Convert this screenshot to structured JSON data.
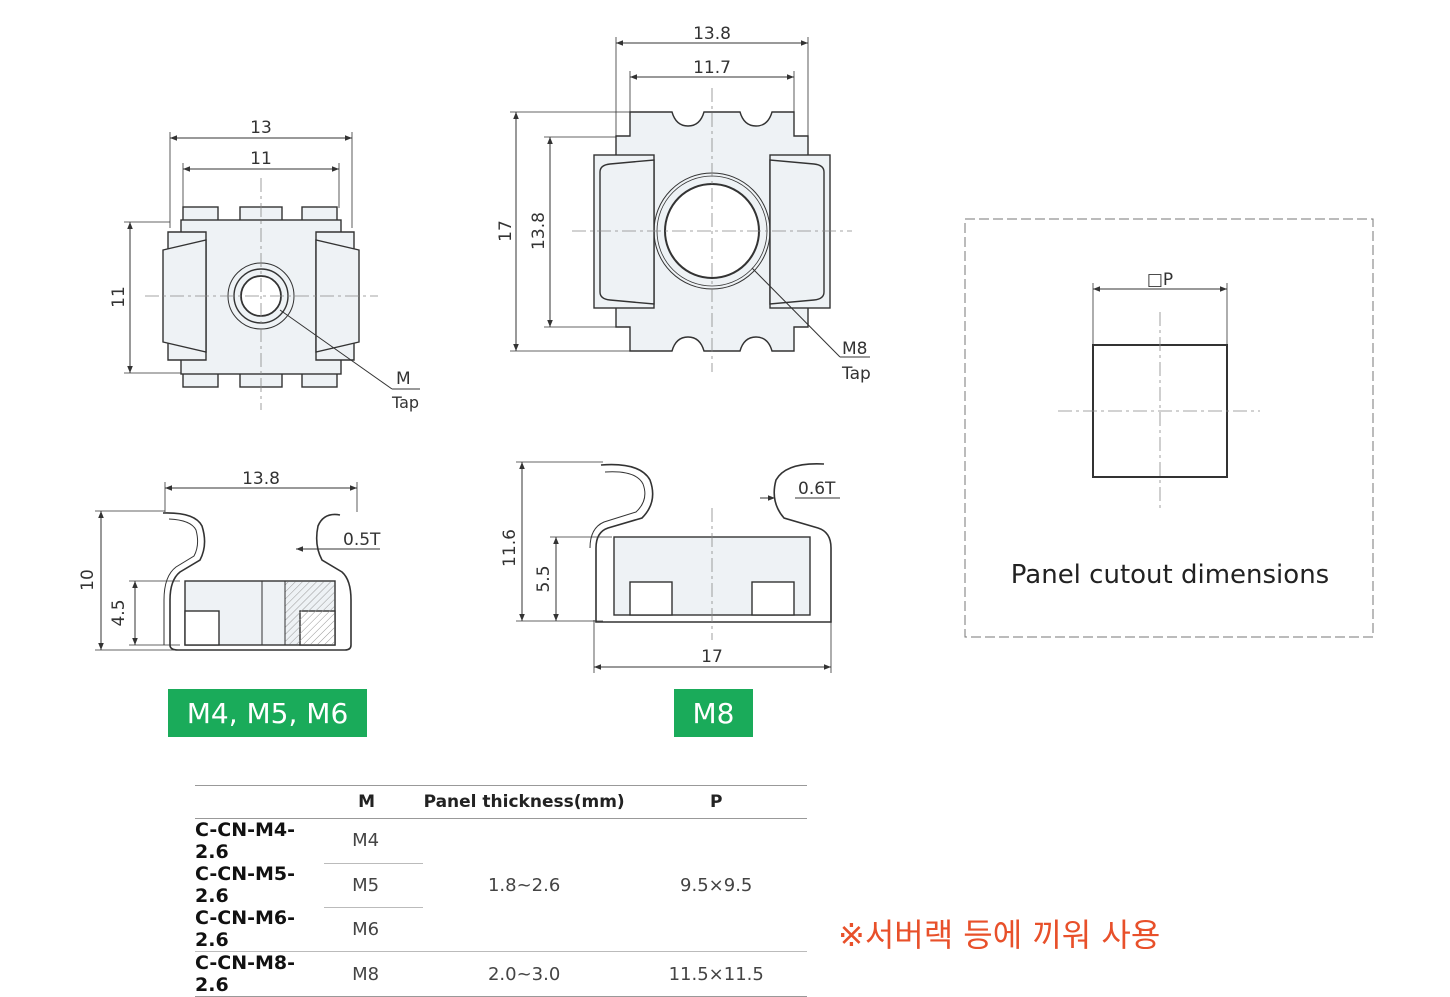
{
  "drawings": {
    "small_top": {
      "dim_width_outer": "13",
      "dim_width_inner": "11",
      "dim_height": "11",
      "tap_label_m": "M",
      "tap_label_tap": "Tap"
    },
    "large_top": {
      "dim_width_outer": "13.8",
      "dim_width_inner": "11.7",
      "dim_height_outer": "17",
      "dim_height_inner": "13.8",
      "tap_label_m": "M8",
      "tap_label_tap": "Tap"
    },
    "small_side": {
      "dim_width": "13.8",
      "dim_height": "10",
      "dim_body": "4.5",
      "thickness": "0.5T"
    },
    "large_side": {
      "dim_width": "17",
      "dim_height": "11.6",
      "dim_body": "5.5",
      "thickness": "0.6T"
    },
    "cutout": {
      "p_label": "□P",
      "caption": "Panel cutout dimensions"
    }
  },
  "labels": {
    "small_variant": "M4, M5, M6",
    "large_variant": "M8"
  },
  "table": {
    "headers": [
      "",
      "M",
      "Panel thickness(mm)",
      "P"
    ],
    "rows": [
      {
        "model": "C-CN-M4-2.6",
        "m": "M4"
      },
      {
        "model": "C-CN-M5-2.6",
        "m": "M5"
      },
      {
        "model": "C-CN-M6-2.6",
        "m": "M6"
      },
      {
        "model": "C-CN-M8-2.6",
        "m": "M8"
      }
    ],
    "group1_thickness": "1.8~2.6",
    "group1_p": "9.5×9.5",
    "group2_thickness": "2.0~3.0",
    "group2_p": "11.5×11.5"
  },
  "note": "※서버랙 등에 끼워 사용",
  "colors": {
    "accent_green": "#1aab5a",
    "note_orange": "#e8502a"
  }
}
